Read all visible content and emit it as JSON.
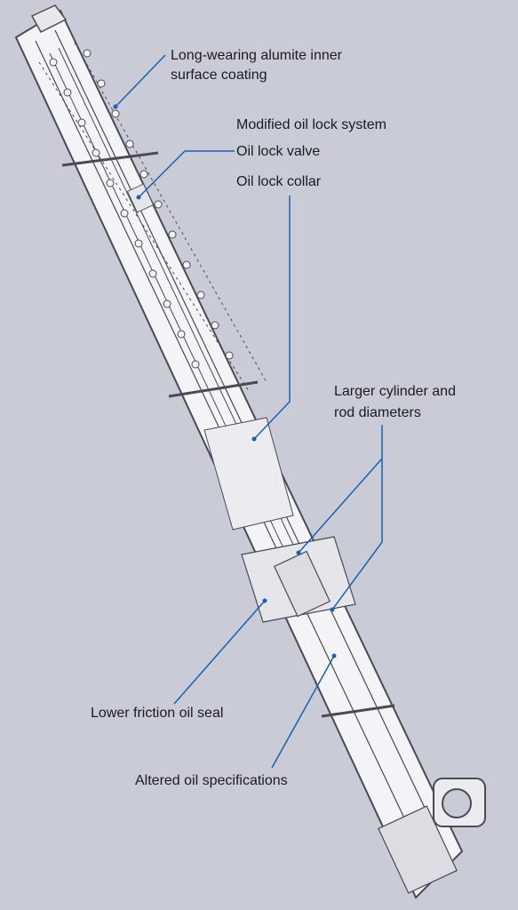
{
  "colors": {
    "background": "#c9cbd6",
    "fork_fill": "#f4f4f6",
    "fork_outline": "#4a4a55",
    "leader_line": "#1b5fb4",
    "label_text": "#1b1b22"
  },
  "labels": {
    "alumite_coating_1": "Long-wearing alumite inner",
    "alumite_coating_2": "surface coating",
    "oil_lock_system": "Modified oil lock system",
    "oil_lock_valve": "Oil lock valve",
    "oil_lock_collar": "Oil lock collar",
    "larger_cylinder_1": "Larger cylinder and",
    "larger_cylinder_2": "rod diameters",
    "oil_seal": "Lower friction oil seal",
    "oil_spec": "Altered oil specifications"
  }
}
